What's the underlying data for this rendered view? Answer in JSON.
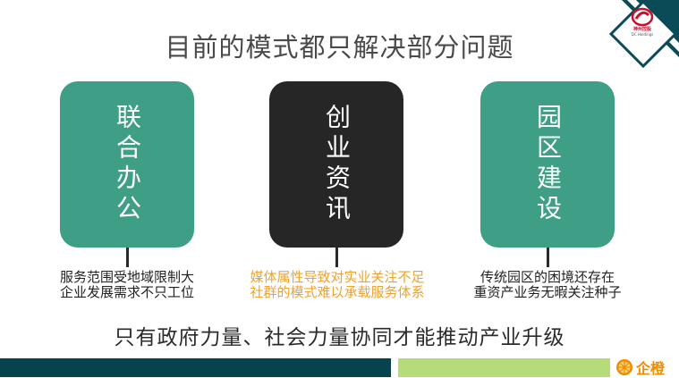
{
  "title": "目前的模式都只解决部分问题",
  "logo": {
    "name": "神州控股",
    "sub": "DC Holdings"
  },
  "cards": [
    {
      "label": "联合办公",
      "description_lines": [
        "服务范围受地域限制大",
        "企业发展需求不只工位"
      ]
    },
    {
      "label": "创业资讯",
      "description_lines": [
        "媒体属性导致对实业关注不足",
        "社群的模式难以承载服务体系"
      ]
    },
    {
      "label": "园区建设",
      "description_lines": [
        "传统园区的困境还存在",
        "重资产业务无暇关注种子"
      ]
    }
  ],
  "conclusion": "只有政府力量、社会力量协同才能推动产业升级",
  "brand": "企橙",
  "colors": {
    "green": "#3f9e86",
    "dark": "#262626",
    "orange": "#f0a229",
    "navy": "#07424f",
    "lime": "#b6db79"
  },
  "icons": [
    "dc-holdings-logo-icon",
    "orange-slice-icon"
  ]
}
